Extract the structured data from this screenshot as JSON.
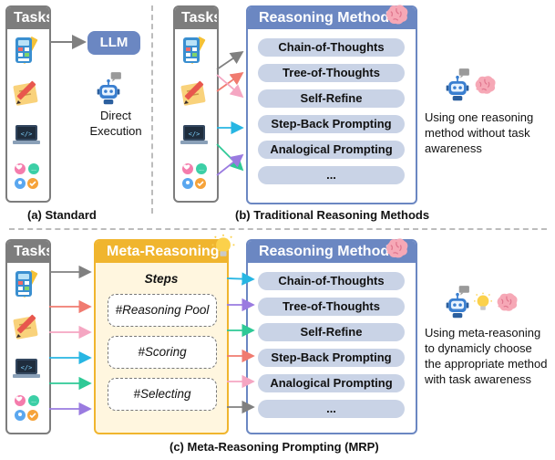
{
  "panel_a": {
    "tasks_title": "Tasks",
    "llm_label": "LLM",
    "exec_label_1": "Direct",
    "exec_label_2": "Execution",
    "caption": "(a) Standard"
  },
  "panel_b": {
    "tasks_title": "Tasks",
    "reasoning_title": "Reasoning Method",
    "methods": [
      "Chain-of-Thoughts",
      "Tree-of-Thoughts",
      "Self-Refine",
      "Step-Back Prompting",
      "Analogical Prompting",
      "..."
    ],
    "note_lines": [
      "Using one reasoning",
      "method without task",
      "awareness"
    ],
    "caption": "(b) Traditional Reasoning Methods"
  },
  "panel_c": {
    "tasks_title": "Tasks",
    "meta_title": "Meta-Reasoning",
    "steps_label": "Steps",
    "steps": [
      "#Reasoning Pool",
      "#Scoring",
      "#Selecting"
    ],
    "reasoning_title": "Reasoning Method",
    "methods": [
      "Chain-of-Thoughts",
      "Tree-of-Thoughts",
      "Self-Refine",
      "Step-Back Prompting",
      "Analogical Prompting",
      "..."
    ],
    "note_lines": [
      "Using meta-reasoning",
      "to dynamicly choose",
      "the appropriate method",
      "with task awareness"
    ],
    "caption": "(c) Meta-Reasoning Prompting (MRP)"
  },
  "icons": {
    "task_icons": [
      "calculator-ruler-icon",
      "pencil-notepad-icon",
      "code-laptop-icon",
      "chat-bubbles-icon"
    ],
    "robot": "robot-icon",
    "brain": "brain-icon",
    "bulb": "lightbulb-icon"
  },
  "colors": {
    "tasks_gray": "#7d7d7d",
    "method_blue": "#6b87c2",
    "method_pill": "#c9d3e6",
    "meta_orange": "#f0b52e",
    "meta_fill": "#fff6df",
    "arrow_gray": "#808080",
    "arrow_coral": "#f07b70",
    "arrow_pink": "#f5a6c2",
    "arrow_cyan": "#27b6e3",
    "arrow_green": "#2ec996",
    "arrow_purple": "#9a7be0"
  }
}
